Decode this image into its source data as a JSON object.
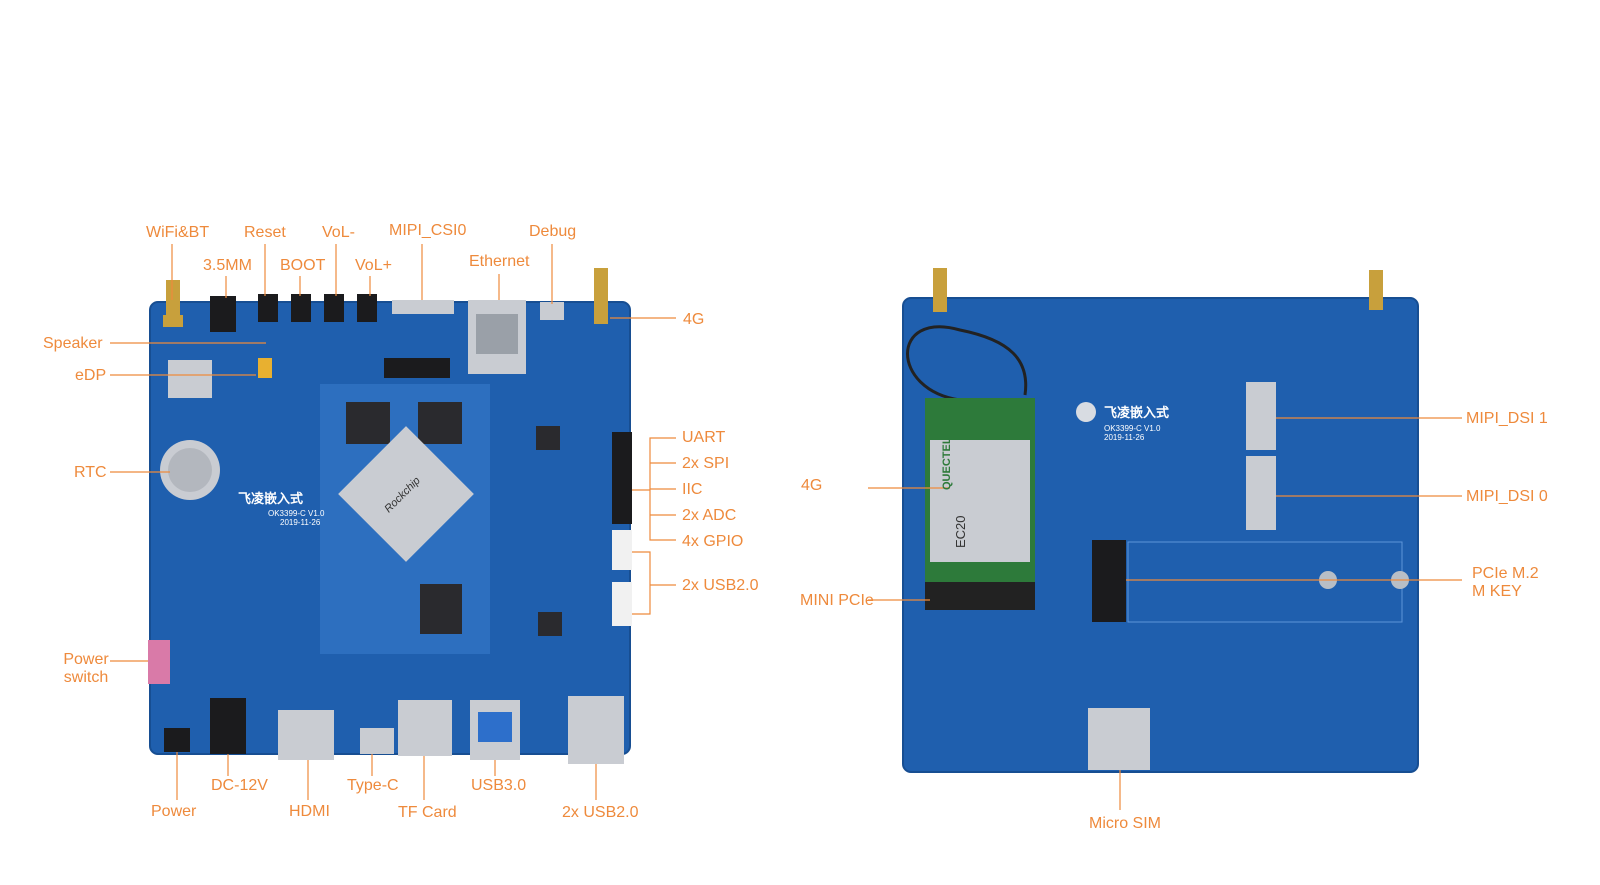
{
  "colors": {
    "label": "#ee8a3c",
    "leader": "#ee8a3c",
    "board": "#1f5fae",
    "board_edge": "#174e92",
    "board_light": "#3b7fd0",
    "chip": "#2a2a2e",
    "silver": "#c9ccd2",
    "module_green": "#2d7a3a"
  },
  "front_board": {
    "brand": "飞凌嵌入式",
    "model": "OK3399-C V1.0",
    "date": "2019-11-26",
    "soc": "Rockchip",
    "labels": {
      "wifi_bt": "WiFi&BT",
      "reset": "Reset",
      "vol_minus": "VoL-",
      "mipi_csi0": "MIPI_CSI0",
      "debug": "Debug",
      "mm35": "3.5MM",
      "boot": "BOOT",
      "vol_plus": "VoL+",
      "ethernet": "Ethernet",
      "g4": "4G",
      "speaker": "Speaker",
      "edp": "eDP",
      "rtc": "RTC",
      "uart": "UART",
      "spi": "2x SPI",
      "iic": "IIC",
      "adc": "2x ADC",
      "gpio": "4x GPIO",
      "usb20_right": "2x USB2.0",
      "power_switch": "Power\nswitch",
      "dc12v": "DC-12V",
      "power": "Power",
      "hdmi": "HDMI",
      "typec": "Type-C",
      "tfcard": "TF Card",
      "usb30": "USB3.0",
      "usb20_bottom": "2x USB2.0"
    }
  },
  "back_board": {
    "brand": "飞凌嵌入式",
    "model": "OK3399-C V1.0",
    "date": "2019-11-26",
    "module_maker": "QUECTEL",
    "module_model": "EC20",
    "labels": {
      "g4": "4G",
      "mini_pcie": "MINI PCIe",
      "mipi_dsi1": "MIPI_DSI 1",
      "mipi_dsi0": "MIPI_DSI 0",
      "pcie_m2": "PCIe M.2\nM KEY",
      "micro_sim": "Micro SIM"
    }
  }
}
